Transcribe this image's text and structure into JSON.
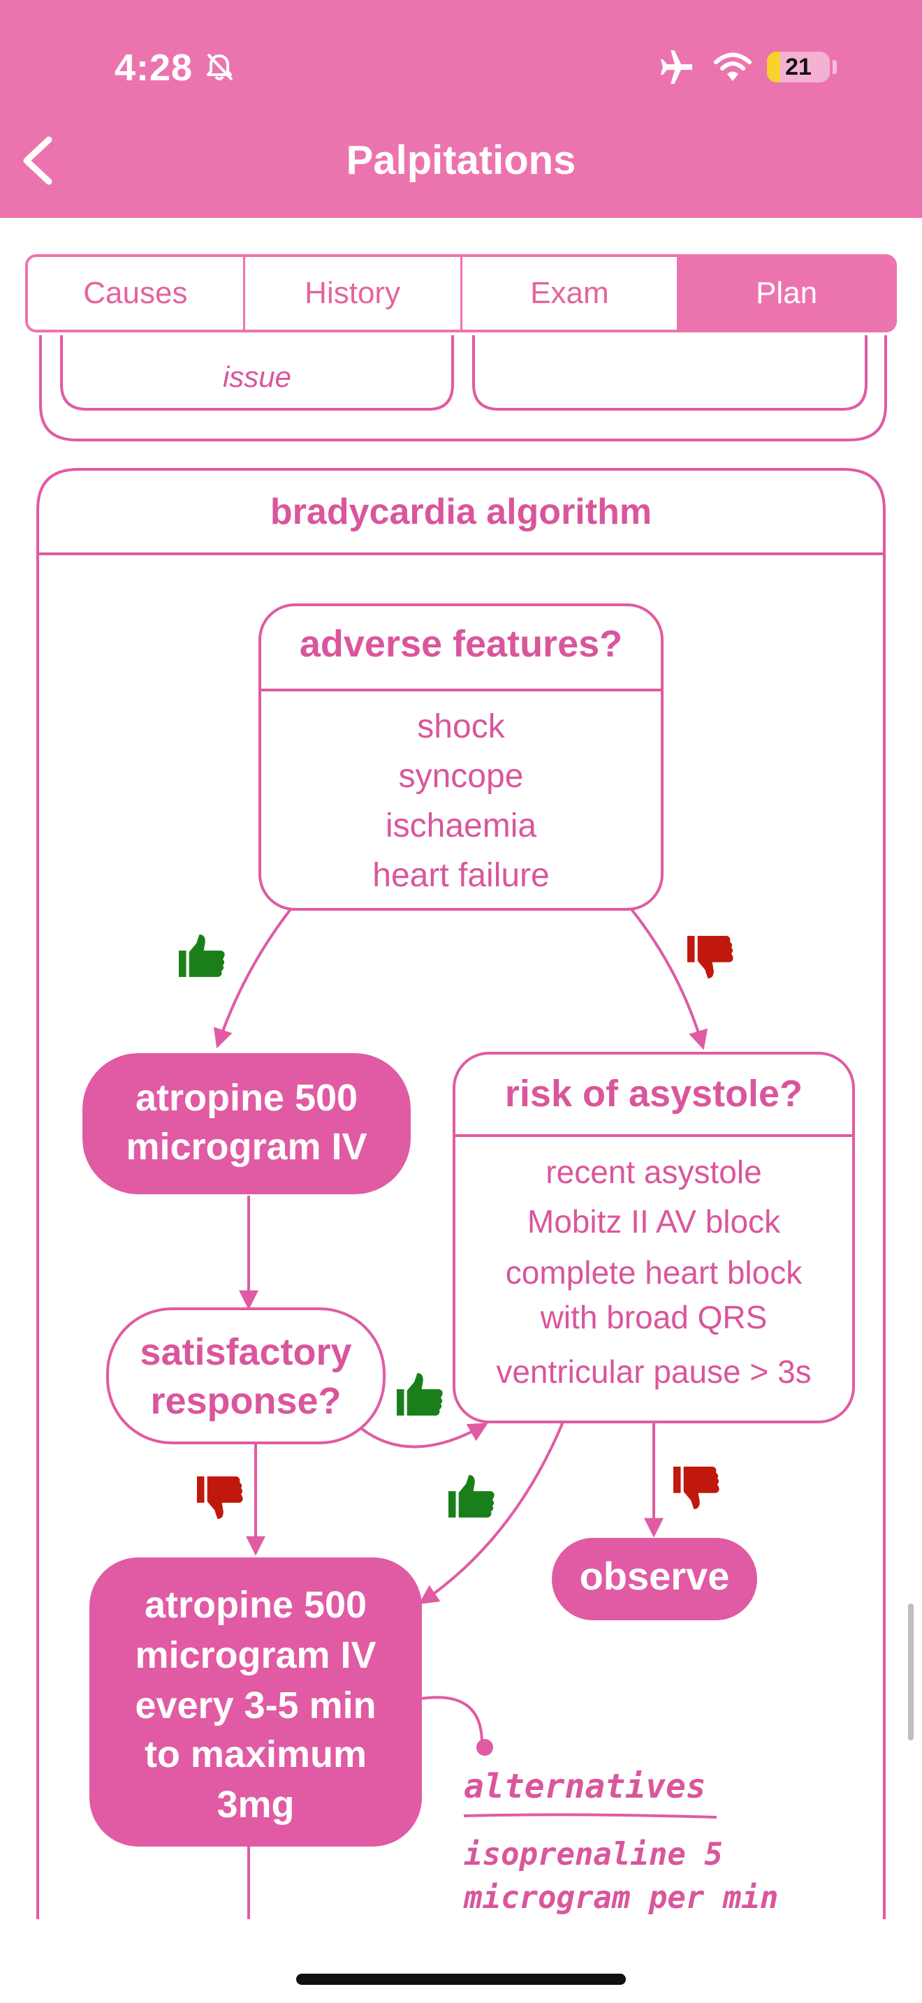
{
  "status_bar": {
    "time": "4:28",
    "battery": "21",
    "battery_level": 0.21,
    "icons": [
      "bell-slash-icon",
      "airplane-icon",
      "wifi-icon",
      "battery-icon"
    ]
  },
  "nav": {
    "title": "Palpitations",
    "back_icon": "chevron-left-icon"
  },
  "tabs": [
    {
      "label": "Causes",
      "active": false
    },
    {
      "label": "History",
      "active": false
    },
    {
      "label": "Exam",
      "active": false
    },
    {
      "label": "Plan",
      "active": true
    }
  ],
  "prev_section": {
    "left_box_text": "issue"
  },
  "algorithm": {
    "title": "bradycardia algorithm",
    "adverse": {
      "title": "adverse features?",
      "items": [
        "shock",
        "syncope",
        "ischaemia",
        "heart failure"
      ]
    },
    "atropine1": [
      "atropine 500",
      "microgram IV"
    ],
    "risk": {
      "title": "risk of asystole?",
      "items": [
        "recent asystole",
        "Mobitz II AV block",
        "complete heart block",
        "with broad QRS",
        "ventricular pause > 3s"
      ]
    },
    "satisfactory": [
      "satisfactory",
      "response?"
    ],
    "atropine2": [
      "atropine 500",
      "microgram IV",
      "every 3-5 min",
      "to maximum",
      "3mg"
    ],
    "observe": "observe",
    "alternatives": {
      "title": "alternatives",
      "items": [
        "isoprenaline 5",
        "microgram per min"
      ]
    },
    "icons": {
      "yes": "thumbs-up-icon",
      "no": "thumbs-down-icon"
    }
  },
  "colors": {
    "brand": "#ec74ae",
    "text": "#d9569c",
    "filled_box": "#e05ba3",
    "thumb_up": "#1a7f1a",
    "thumb_down": "#c0180c"
  }
}
